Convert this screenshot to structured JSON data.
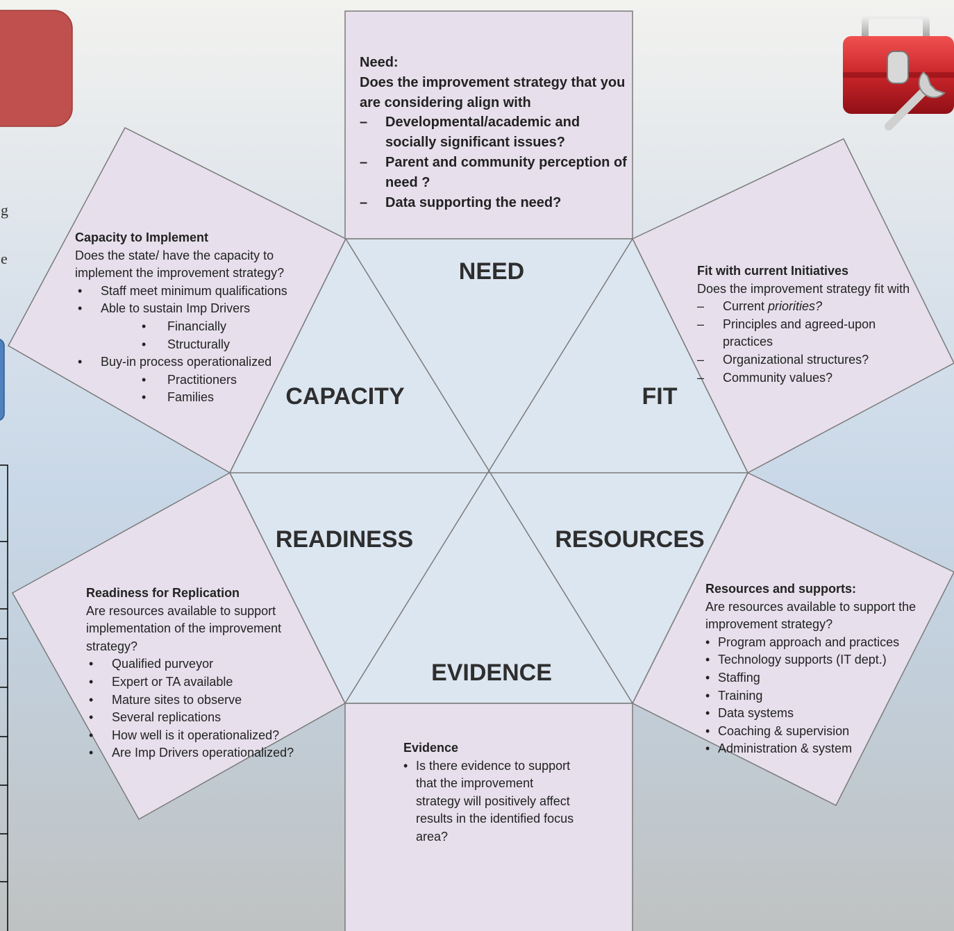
{
  "hexagon": {
    "labels": {
      "need": "NEED",
      "fit": "FIT",
      "resources": "RESOURCES",
      "evidence": "EVIDENCE",
      "readiness": "READINESS",
      "capacity": "CAPACITY"
    }
  },
  "need_panel": {
    "heading": "Need:",
    "question": "Does the improvement strategy that you are considering align with",
    "items": [
      "Developmental/academic  and socially significant issues?",
      "Parent and community perception of need ?",
      "Data supporting the need?"
    ]
  },
  "fit_panel": {
    "heading": "Fit with current Initiatives",
    "question": "Does the improvement strategy fit with",
    "item0_prefix": "Current ",
    "item0_italic": "priorities?",
    "items": [
      "Principles and agreed-upon practices",
      "Organizational structures?",
      "Community values?"
    ]
  },
  "resources_panel": {
    "heading": "Resources and supports:",
    "question": "Are resources available to support the improvement strategy?",
    "items": [
      "Program approach and practices",
      "Technology supports (IT dept.)",
      "Staffing",
      "Training",
      "Data systems",
      "Coaching & supervision",
      "Administration & system"
    ]
  },
  "evidence_panel": {
    "heading": "Evidence",
    "item": "Is there evidence to support that the improvement strategy will positively affect results in the identified focus area?"
  },
  "readiness_panel": {
    "heading": "Readiness for Replication",
    "question": "Are resources available to support implementation of the improvement strategy?",
    "items": [
      "Qualified purveyor",
      "Expert or TA available",
      "Mature sites to observe",
      "Several replications",
      "How well is it operationalized?",
      "Are Imp Drivers operationalized?"
    ]
  },
  "capacity_panel": {
    "heading": "Capacity to Implement",
    "question": "Does the state/ have the capacity to implement the improvement strategy?",
    "item0": "Staff meet minimum qualifications",
    "item1": "Able to sustain Imp Drivers",
    "sub1": [
      "Financially",
      "Structurally"
    ],
    "item2": "Buy-in process operationalized",
    "sub2": [
      "Practitioners",
      "Families"
    ]
  },
  "left_edge": {
    "char1": "g",
    "char2": "e"
  },
  "colors": {
    "panel_fill": "#e7e0ec",
    "hex_fill": "#dce6f1",
    "line": "#7a7a7a",
    "red_box": "#c0504d",
    "blue_box": "#4f81bd",
    "toolbox_red": "#c8262b"
  },
  "icons": {
    "toolbox": "toolbox-icon"
  }
}
